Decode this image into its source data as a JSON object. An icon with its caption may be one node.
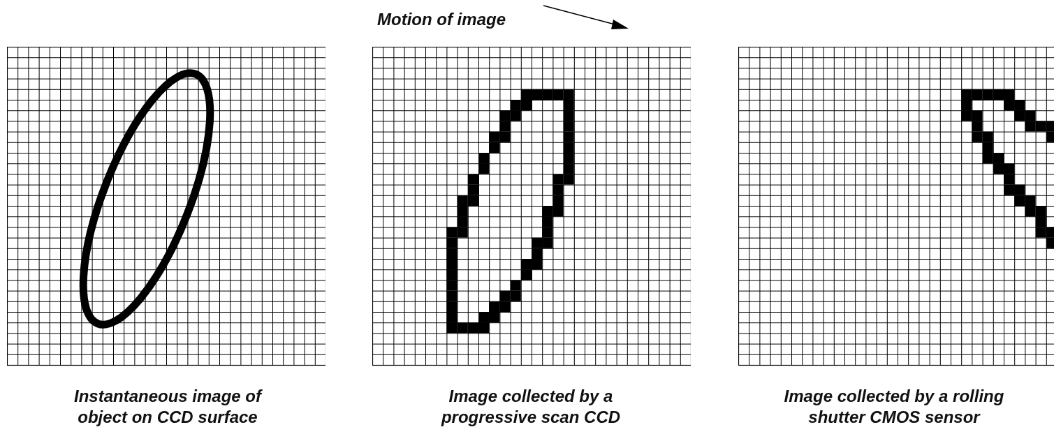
{
  "diagram": {
    "labels": [
      "Motion of image",
      "Instantaneous image of object on CCD surface",
      "Image collected by a progressive scan CCD",
      "Image collected by a rolling shutter CMOS sensor"
    ]
  }
}
